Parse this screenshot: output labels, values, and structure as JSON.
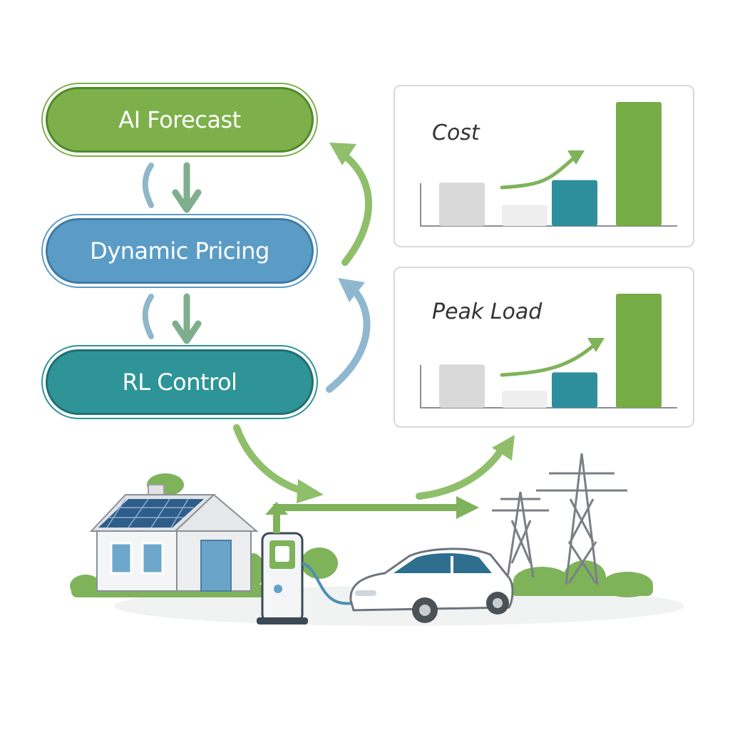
{
  "flow": {
    "steps": [
      {
        "label": "AI Forecast",
        "color": "#7db04a"
      },
      {
        "label": "Dynamic Pricing",
        "color": "#5b9cc7"
      },
      {
        "label": "RL Control",
        "color": "#2e9497"
      }
    ]
  },
  "panels": {
    "cost": {
      "title": "Cost"
    },
    "peak": {
      "title": "Peak Load"
    }
  },
  "chart_data": [
    {
      "type": "bar",
      "title": "Cost",
      "categories": [
        "",
        "",
        "",
        ""
      ],
      "values": [
        0.35,
        0.17,
        0.37,
        1.0
      ],
      "colors": [
        "#d9d9d9",
        "#eeeeee",
        "#2e8f9c",
        "#76ac45"
      ],
      "ylim": [
        0,
        1
      ],
      "grid": false
    },
    {
      "type": "bar",
      "title": "Peak Load",
      "categories": [
        "",
        "",
        "",
        ""
      ],
      "values": [
        0.38,
        0.15,
        0.31,
        1.0
      ],
      "colors": [
        "#d9d9d9",
        "#eeeeee",
        "#2e8f9c",
        "#76ac45"
      ],
      "ylim": [
        0,
        1
      ],
      "grid": false
    }
  ],
  "icons": [
    "house-with-solar-icon",
    "ev-charger-icon",
    "electric-car-icon",
    "power-tower-icon"
  ]
}
